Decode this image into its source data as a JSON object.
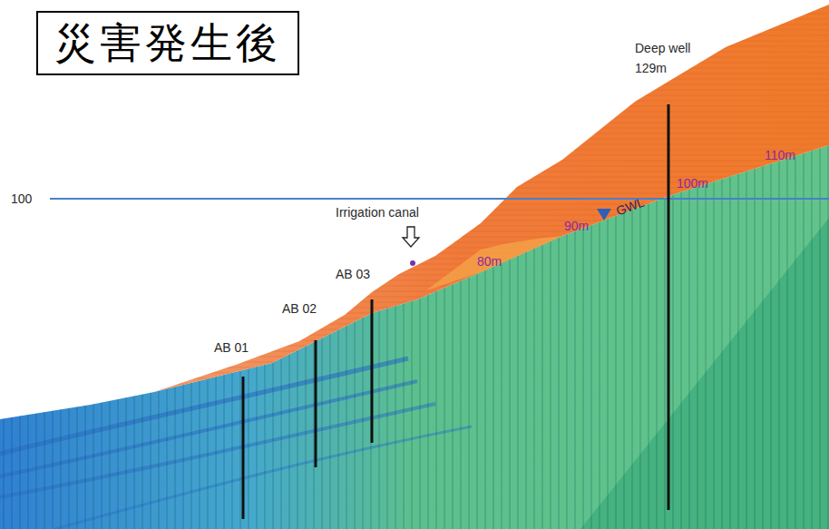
{
  "diagram": {
    "title": "災害発生後",
    "labels": [
      "100",
      "Irrigation canal",
      "AB 03",
      "AB 02",
      "AB 01",
      "80m",
      "90m",
      "GWL",
      "100m",
      "110m",
      "Deep well",
      "129m"
    ]
  }
}
